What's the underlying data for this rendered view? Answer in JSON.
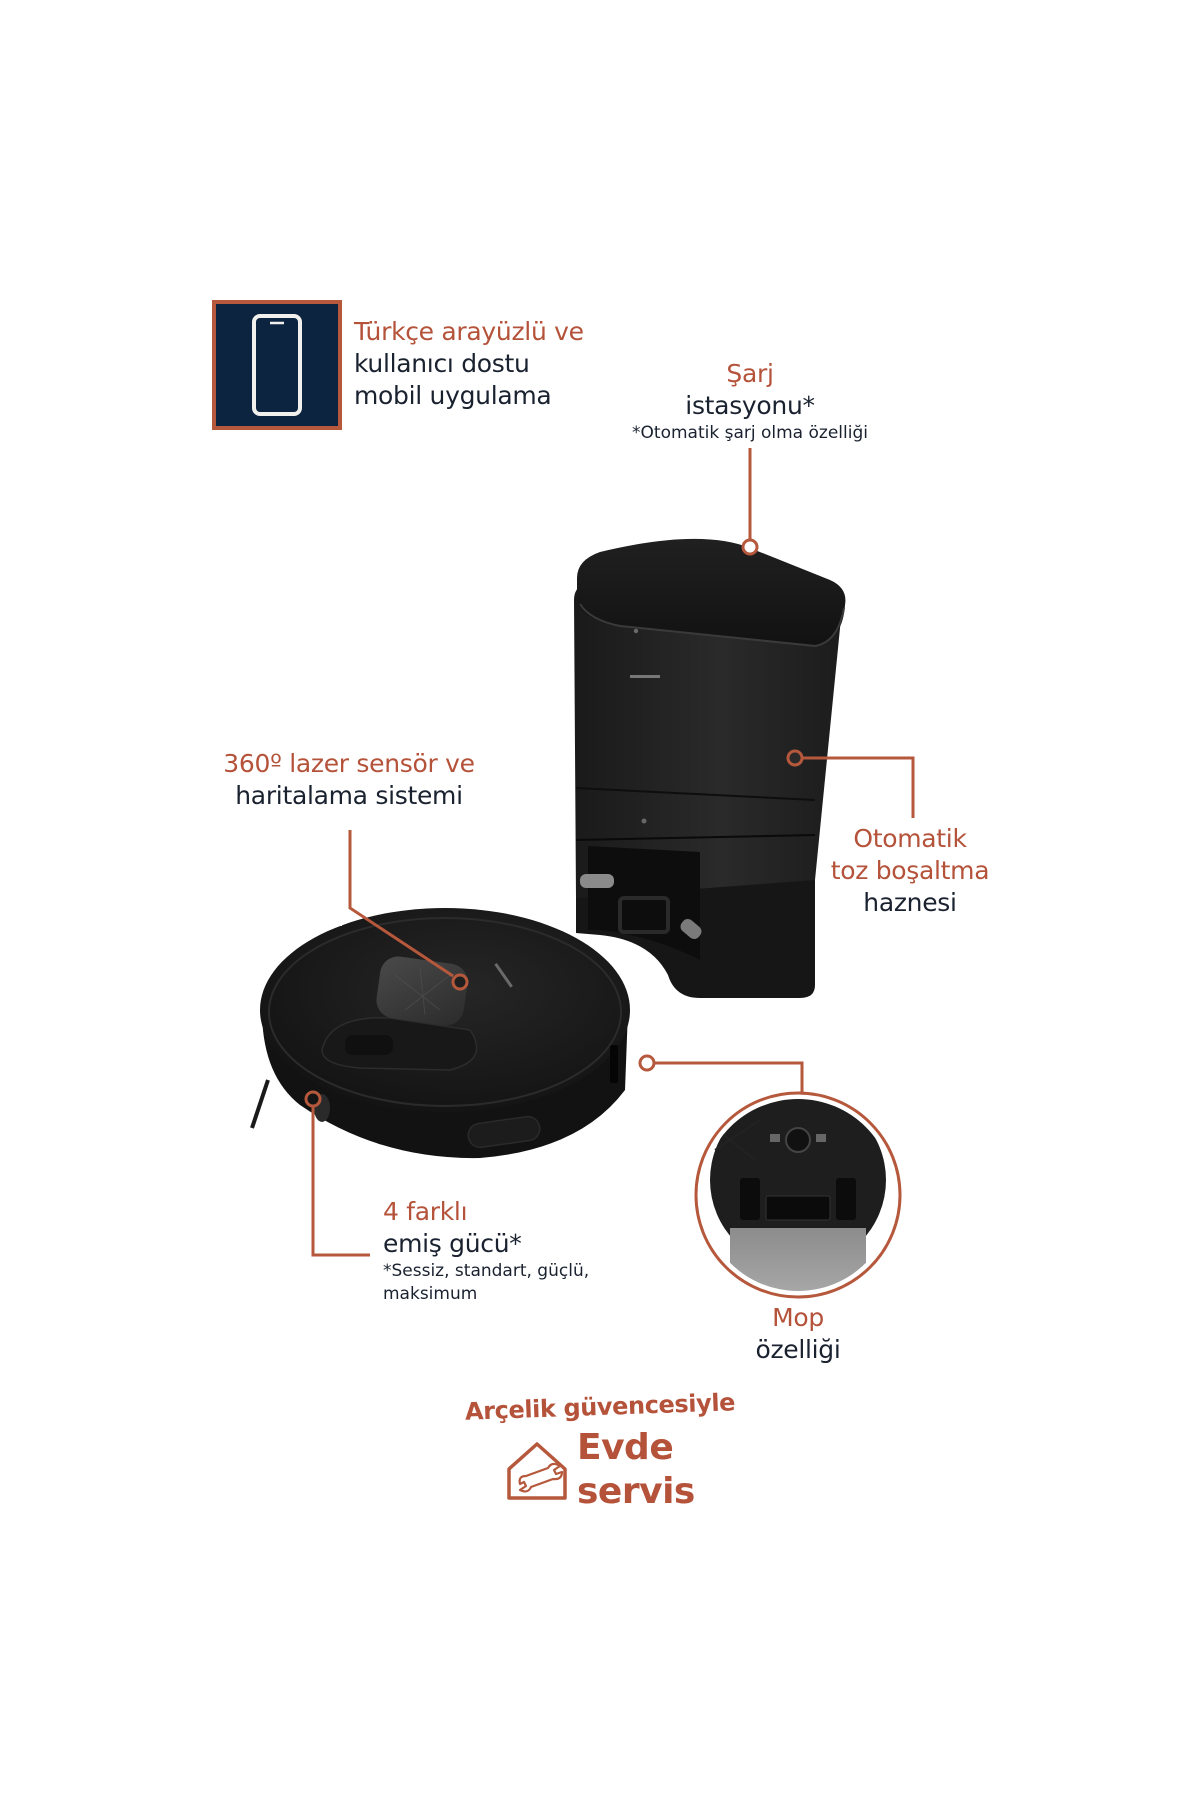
{
  "colors": {
    "accent": "#b5523a",
    "text_dark": "#1a2230",
    "icon_box_fill": "#0c2440",
    "icon_box_border": "#b5583c",
    "product_black": "#141414"
  },
  "features": {
    "mobile_app": {
      "icon": "smartphone-icon",
      "line1": "Türkçe arayüzlü ve",
      "line2": "kullanıcı dostu",
      "line3": "mobil uygulama"
    },
    "charging_station": {
      "title": "Şarj",
      "subtitle": "istasyonu*",
      "note": "*Otomatik şarj olma özelliği"
    },
    "dust_bin": {
      "line1": "Otomatik",
      "line2": "toz boşaltma",
      "line3": "haznesi"
    },
    "lidar": {
      "line1": "360º lazer sensör ve",
      "line2": "haritalama sistemi"
    },
    "suction": {
      "title": "4 farklı",
      "subtitle": "emiş gücü*",
      "note_line1": "*Sessiz, standart, güçlü,",
      "note_line2": "maksimum"
    },
    "mop": {
      "title": "Mop",
      "subtitle": "özelliği"
    }
  },
  "badge": {
    "icon": "house-wrench-icon",
    "top_text": "Arçelik güvencesiyle",
    "line1": "Evde",
    "line2": "servis"
  }
}
